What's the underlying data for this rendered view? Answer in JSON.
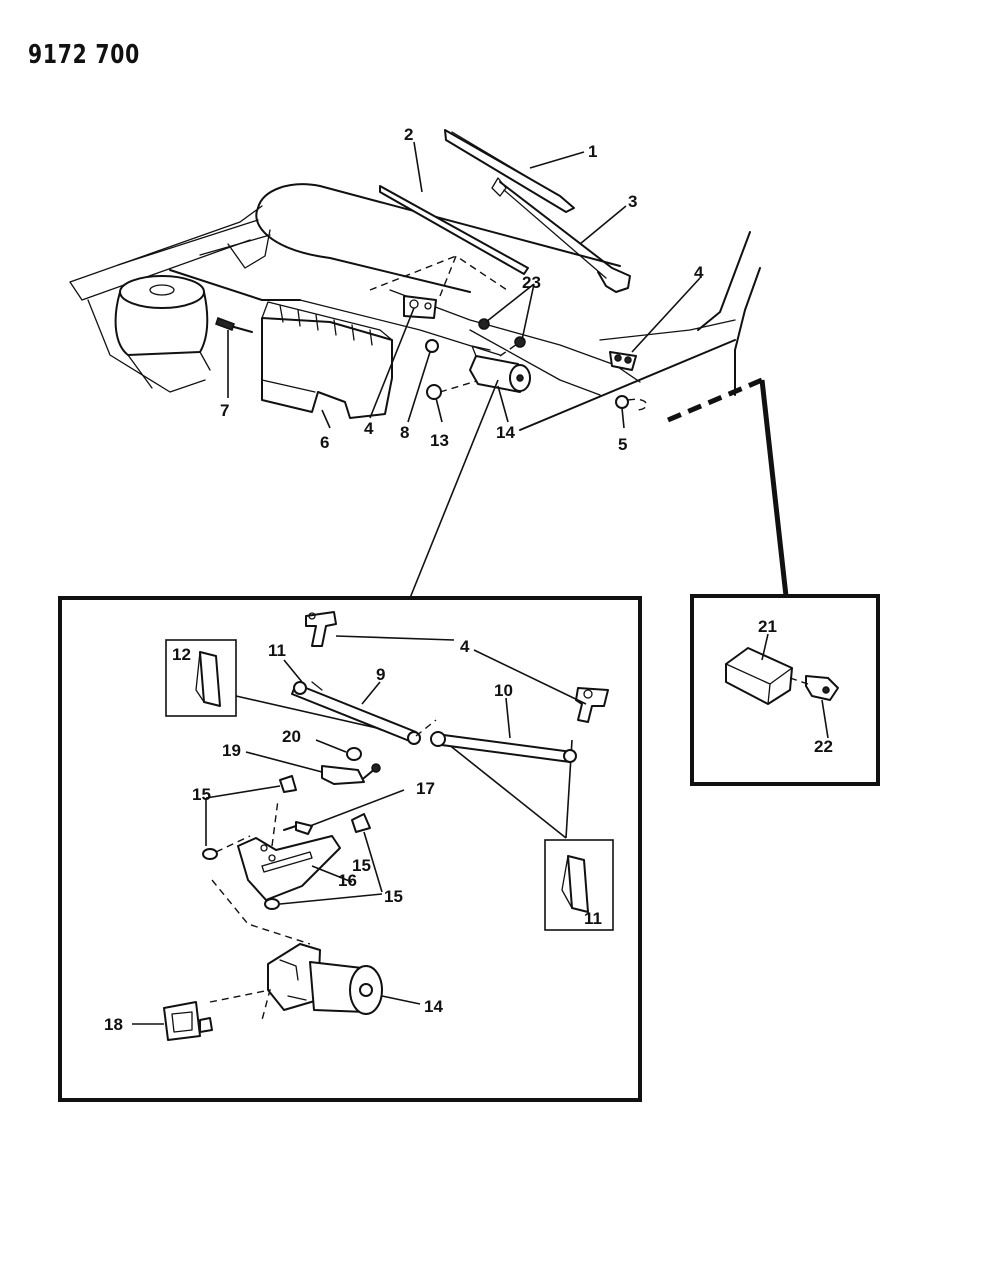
{
  "document": {
    "id": "9172 700"
  },
  "callouts": {
    "c1": "1",
    "c2": "2",
    "c3": "3",
    "c4a": "4",
    "c4b": "4",
    "c4c": "4",
    "c5": "5",
    "c6": "6",
    "c7": "7",
    "c8": "8",
    "c23": "23",
    "c13": "13",
    "c14a": "14",
    "c12": "12",
    "c11a": "11",
    "c9": "9",
    "c10": "10",
    "c20": "20",
    "c19": "19",
    "c15a": "15",
    "c17": "17",
    "c15b": "15",
    "c16": "16",
    "c15c": "15",
    "c11b": "11",
    "c14b": "14",
    "c18": "18",
    "c21": "21",
    "c22": "22"
  }
}
